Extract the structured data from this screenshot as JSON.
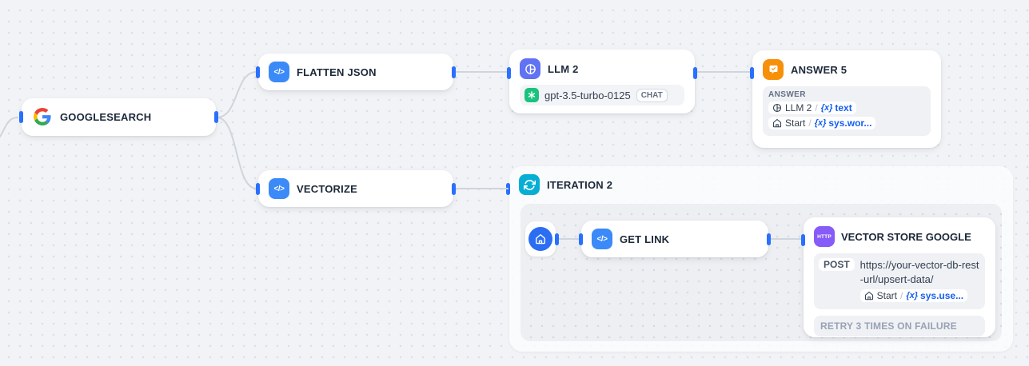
{
  "canvas": {
    "colors": {
      "background": "#f1f3f6",
      "edge": "#d0d5dc",
      "handle": "#2970ff",
      "code_icon": "#3b8af8",
      "llm_icon": "#6172f3",
      "answer_icon": "#f79009",
      "iteration_icon": "#06aed4",
      "http_icon": "#875bf7",
      "openai_icon": "#1ac37d",
      "variable_text": "#155eef"
    }
  },
  "nodes": {
    "googlesearch": {
      "title": "GOOGLESEARCH"
    },
    "flatten_json": {
      "title": "FLATTEN JSON"
    },
    "vectorize": {
      "title": "VECTORIZE"
    },
    "llm2": {
      "title": "LLM 2",
      "model": "gpt-3.5-turbo-0125",
      "model_mode": "CHAT"
    },
    "answer5": {
      "title": "ANSWER 5",
      "section_label": "ANSWER",
      "rows": [
        {
          "source": "LLM 2",
          "separator": "/",
          "variable_prefix": "{x}",
          "variable": "text"
        },
        {
          "source": "Start",
          "separator": "/",
          "variable_prefix": "{x}",
          "variable": "sys.wor..."
        }
      ]
    },
    "iteration2": {
      "title": "ITERATION 2"
    },
    "get_link": {
      "title": "GET LINK"
    },
    "vector_store_google": {
      "title": "VECTOR STORE GOOGLE",
      "icon_label": "HTTP",
      "method": "POST",
      "url": "https://your-vector-db-rest-url/upsert-data/",
      "row": {
        "source": "Start",
        "separator": "/",
        "variable_prefix": "{x}",
        "variable": "sys.use..."
      },
      "retry_label": "RETRY 3 TIMES ON FAILURE"
    }
  }
}
